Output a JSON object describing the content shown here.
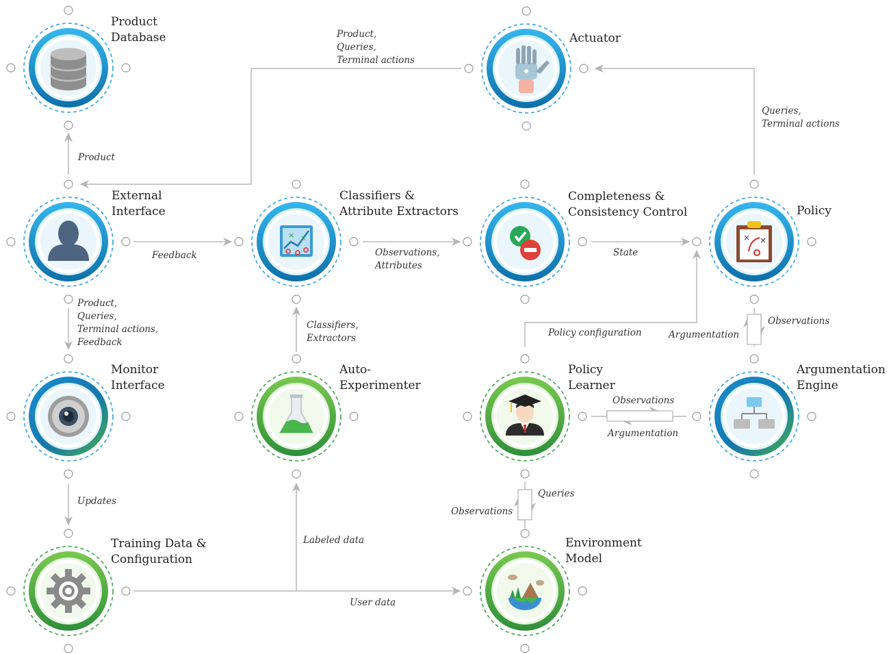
{
  "colors": {
    "blue_ring": "#1a9ad6",
    "green_ring": "#5ab94a",
    "arrow": "#b5b5b5",
    "text": "#222222"
  },
  "nodes": [
    {
      "id": "product-database",
      "icon": "database-icon",
      "scheme": "blue",
      "label": "Product\nDatabase"
    },
    {
      "id": "actuator",
      "icon": "robot-hand-icon",
      "scheme": "blue",
      "label": "Actuator"
    },
    {
      "id": "external-interface",
      "icon": "user-silhouette-icon",
      "scheme": "blue",
      "label": "External\nInterface"
    },
    {
      "id": "classifiers",
      "icon": "chart-board-icon",
      "scheme": "blue",
      "label": "Classifiers &\nAttribute Extractors"
    },
    {
      "id": "completeness",
      "icon": "check-minus-icon",
      "scheme": "blue",
      "label": "Completeness &\nConsistency Control"
    },
    {
      "id": "policy",
      "icon": "strategy-board-icon",
      "scheme": "blue",
      "label": "Policy"
    },
    {
      "id": "monitor-interface",
      "icon": "webcam-icon",
      "scheme": "mixed",
      "label": "Monitor\nInterface"
    },
    {
      "id": "auto-experimenter",
      "icon": "flask-icon",
      "scheme": "green",
      "label": "Auto-\nExperimenter"
    },
    {
      "id": "policy-learner",
      "icon": "graduate-icon",
      "scheme": "green",
      "label": "Policy\nLearner"
    },
    {
      "id": "argumentation-engine",
      "icon": "hierarchy-icon",
      "scheme": "mixed",
      "label": "Argumentation\nEngine"
    },
    {
      "id": "training-data",
      "icon": "gear-icon",
      "scheme": "green",
      "label": "Training Data &\nConfiguration"
    },
    {
      "id": "environment-model",
      "icon": "earth-landscape-icon",
      "scheme": "green",
      "label": "Environment\nModel"
    }
  ],
  "edges": [
    {
      "id": "actuator-to-external",
      "label": "Product,\nQueries,\nTerminal actions"
    },
    {
      "id": "external-to-database",
      "label": "Product"
    },
    {
      "id": "policy-to-actuator",
      "label": "Queries,\nTerminal actions"
    },
    {
      "id": "external-to-classifiers",
      "label": "Feedback"
    },
    {
      "id": "classifiers-to-completeness",
      "label": "Observations,\nAttributes"
    },
    {
      "id": "completeness-to-policy",
      "label": "State"
    },
    {
      "id": "external-to-monitor",
      "label": "Product,\nQueries,\nTerminal actions,\nFeedback"
    },
    {
      "id": "autoexp-to-classifiers",
      "label": "Classifiers,\nExtractors"
    },
    {
      "id": "learner-to-policy",
      "label": "Policy configuration"
    },
    {
      "id": "policy-argumentation-obs",
      "label": "Observations"
    },
    {
      "id": "policy-argumentation-arg",
      "label": "Argumentation"
    },
    {
      "id": "learner-engine-obs",
      "label": "Observations"
    },
    {
      "id": "learner-engine-arg",
      "label": "Argumentation"
    },
    {
      "id": "monitor-to-training",
      "label": "Updates"
    },
    {
      "id": "training-to-autoexp",
      "label": "Labeled data"
    },
    {
      "id": "training-to-environment",
      "label": "User data"
    },
    {
      "id": "learner-env-queries",
      "label": "Queries"
    },
    {
      "id": "learner-env-obs",
      "label": "Observations"
    }
  ]
}
